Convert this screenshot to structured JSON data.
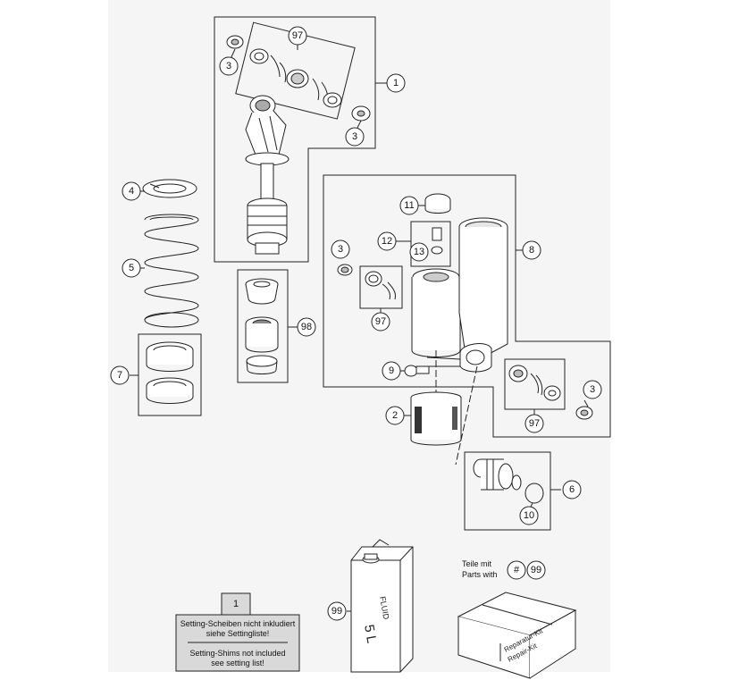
{
  "callouts": {
    "c1": "1",
    "c2": "2",
    "c3a": "3",
    "c3b": "3",
    "c3c": "3",
    "c3d": "3",
    "c4": "4",
    "c5": "5",
    "c6": "6",
    "c7": "7",
    "c8": "8",
    "c9": "9",
    "c10": "10",
    "c11": "11",
    "c12": "12",
    "c13": "13",
    "c97a": "97",
    "c97b": "97",
    "c97c": "97",
    "c98": "98",
    "c99": "99"
  },
  "note": {
    "ref": "1",
    "line1": "Setting-Scheiben nicht inkludiert",
    "line2": "siehe Settingliste!",
    "line3": "Setting-Shims not included",
    "line4": "see setting list!"
  },
  "parts_with": {
    "line1": "Teile mit",
    "line2": "Parts with",
    "hash": "#",
    "num": "99"
  },
  "fluid_can": {
    "brand": "FLUID",
    "volume": "5 L",
    "callout": "99"
  },
  "repair_kit": {
    "line1": "Reparatur-Kit",
    "line2": "Repair-Kit"
  },
  "colors": {
    "stroke": "#222222",
    "background": "#f5f5f5",
    "note_fill": "#d9d9d9",
    "part_fill": "#ffffff",
    "part_shade": "#e6e6e6"
  }
}
